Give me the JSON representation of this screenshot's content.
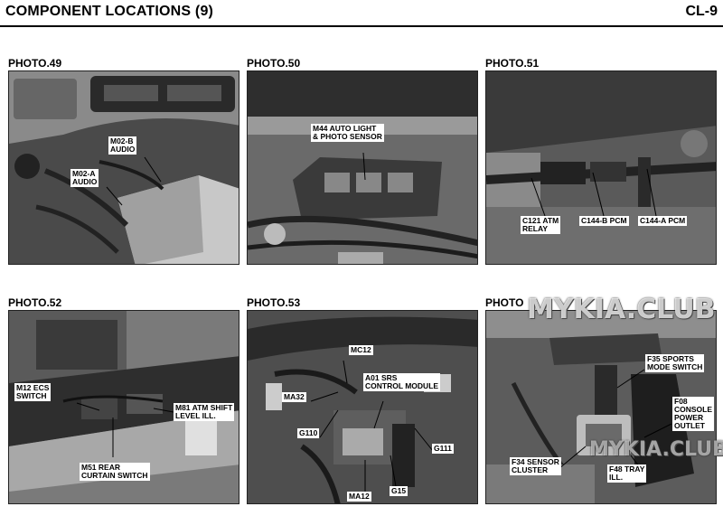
{
  "header": {
    "title": "COMPONENT LOCATIONS (9)",
    "page": "CL-9"
  },
  "photos": [
    {
      "label": "PHOTO.49",
      "callouts": [
        "M02-B\nAUDIO",
        "M02-A\nAUDIO"
      ]
    },
    {
      "label": "PHOTO.50",
      "callouts": [
        "M44 AUTO LIGHT\n& PHOTO SENSOR"
      ]
    },
    {
      "label": "PHOTO.51",
      "callouts": [
        "C121 ATM\nRELAY",
        "C144-B PCM",
        "C144-A PCM"
      ]
    },
    {
      "label": "PHOTO.52",
      "callouts": [
        "M12 ECS\nSWITCH",
        "M81 ATM SHIFT\nLEVEL ILL.",
        "M51 REAR\nCURTAIN SWITCH"
      ]
    },
    {
      "label": "PHOTO.53",
      "callouts": [
        "MC12",
        "A01 SRS\nCONTROL MODULE",
        "MA32",
        "G110",
        "G111",
        "G15",
        "MA12"
      ]
    },
    {
      "label": "PHOTO",
      "callouts": [
        "F35 SPORTS\nMODE SWITCH",
        "F08\nCONSOLE\nPOWER\nOUTLET",
        "F34 SENSOR\nCLUSTER",
        "F48 TRAY\nILL."
      ]
    }
  ],
  "watermarks": [
    "MYKIA.CLUB",
    "MYKIA.CLUB"
  ]
}
